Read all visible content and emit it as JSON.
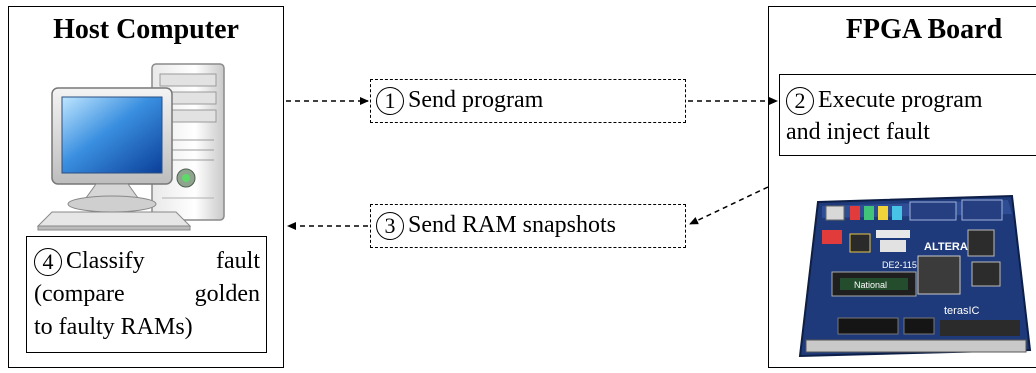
{
  "host": {
    "title": "Host Computer"
  },
  "fpga": {
    "title": "FPGA Board"
  },
  "steps": [
    {
      "num": "1",
      "text": "Send program"
    },
    {
      "num": "2",
      "line1": "Execute program",
      "line2": "and inject fault"
    },
    {
      "num": "3",
      "text": "Send RAM snapshots"
    },
    {
      "num": "4",
      "line1a": "Classify",
      "line1b": "fault",
      "line2a": "(compare",
      "line2b": "golden",
      "line3": "to faulty RAMs)"
    }
  ],
  "board": {
    "brand": "ALTERA",
    "chip": "DE2-115",
    "logo": "terasIC",
    "lcd": "National"
  }
}
